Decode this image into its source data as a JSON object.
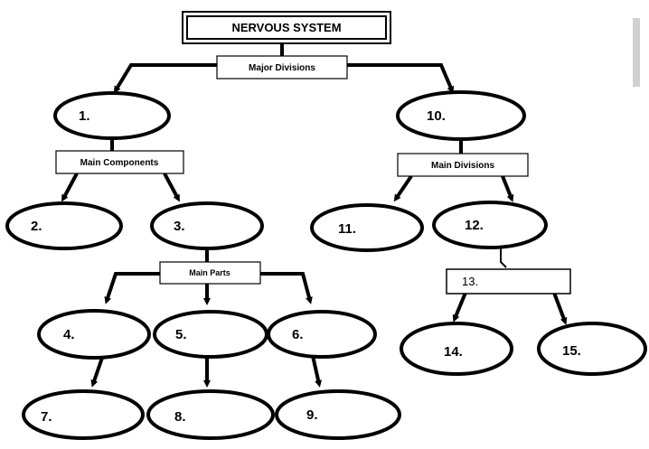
{
  "title": "NERVOUS SYSTEM",
  "labels": {
    "major_divisions": "Major Divisions",
    "main_components": "Main Components",
    "main_divisions": "Main Divisions",
    "main_parts": "Main Parts"
  },
  "nodes": {
    "n1": "1.",
    "n2": "2.",
    "n3": "3.",
    "n4": "4.",
    "n5": "5.",
    "n6": "6.",
    "n7": "7.",
    "n8": "8.",
    "n9": "9.",
    "n10": "10.",
    "n11": "11.",
    "n12": "12.",
    "n13": "13.",
    "n14": "14.",
    "n15": "15."
  }
}
